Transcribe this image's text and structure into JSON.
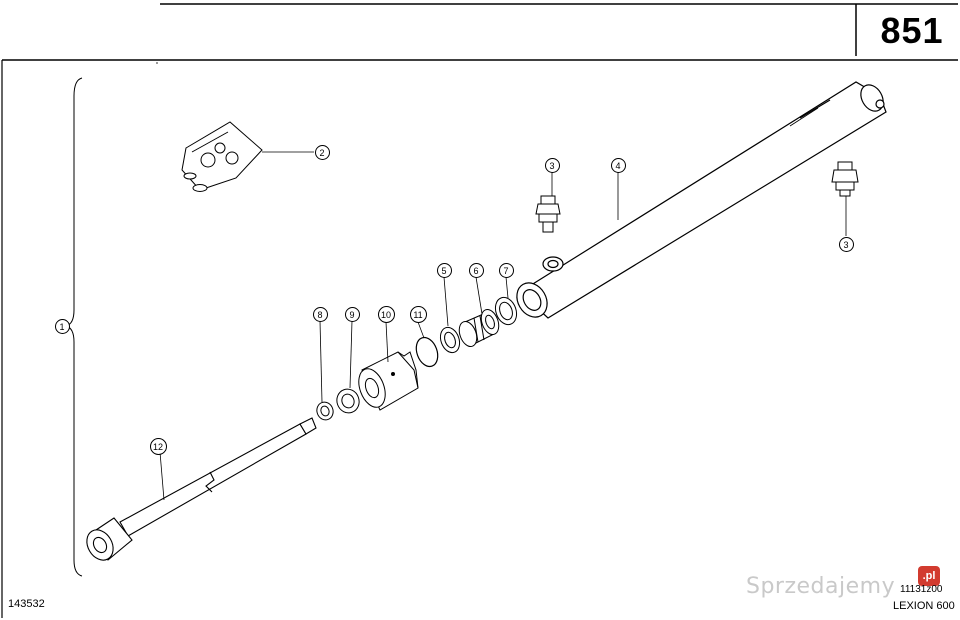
{
  "page_number": "851",
  "footer": {
    "drawing_id": "143532",
    "drawing_ref": "11131z00",
    "model": "LEXION 600"
  },
  "watermark": {
    "text": "Sprzedajemy",
    "badge": ".pl"
  },
  "callouts": [
    {
      "id": "callout-1",
      "label": "1"
    },
    {
      "id": "callout-2",
      "label": "2"
    },
    {
      "id": "callout-3-top",
      "label": "3"
    },
    {
      "id": "callout-3-right",
      "label": "3"
    },
    {
      "id": "callout-4",
      "label": "4"
    },
    {
      "id": "callout-5",
      "label": "5"
    },
    {
      "id": "callout-6",
      "label": "6"
    },
    {
      "id": "callout-7",
      "label": "7"
    },
    {
      "id": "callout-8",
      "label": "8"
    },
    {
      "id": "callout-9",
      "label": "9"
    },
    {
      "id": "callout-10",
      "label": "10"
    },
    {
      "id": "callout-11",
      "label": "11"
    },
    {
      "id": "callout-12",
      "label": "12"
    }
  ]
}
